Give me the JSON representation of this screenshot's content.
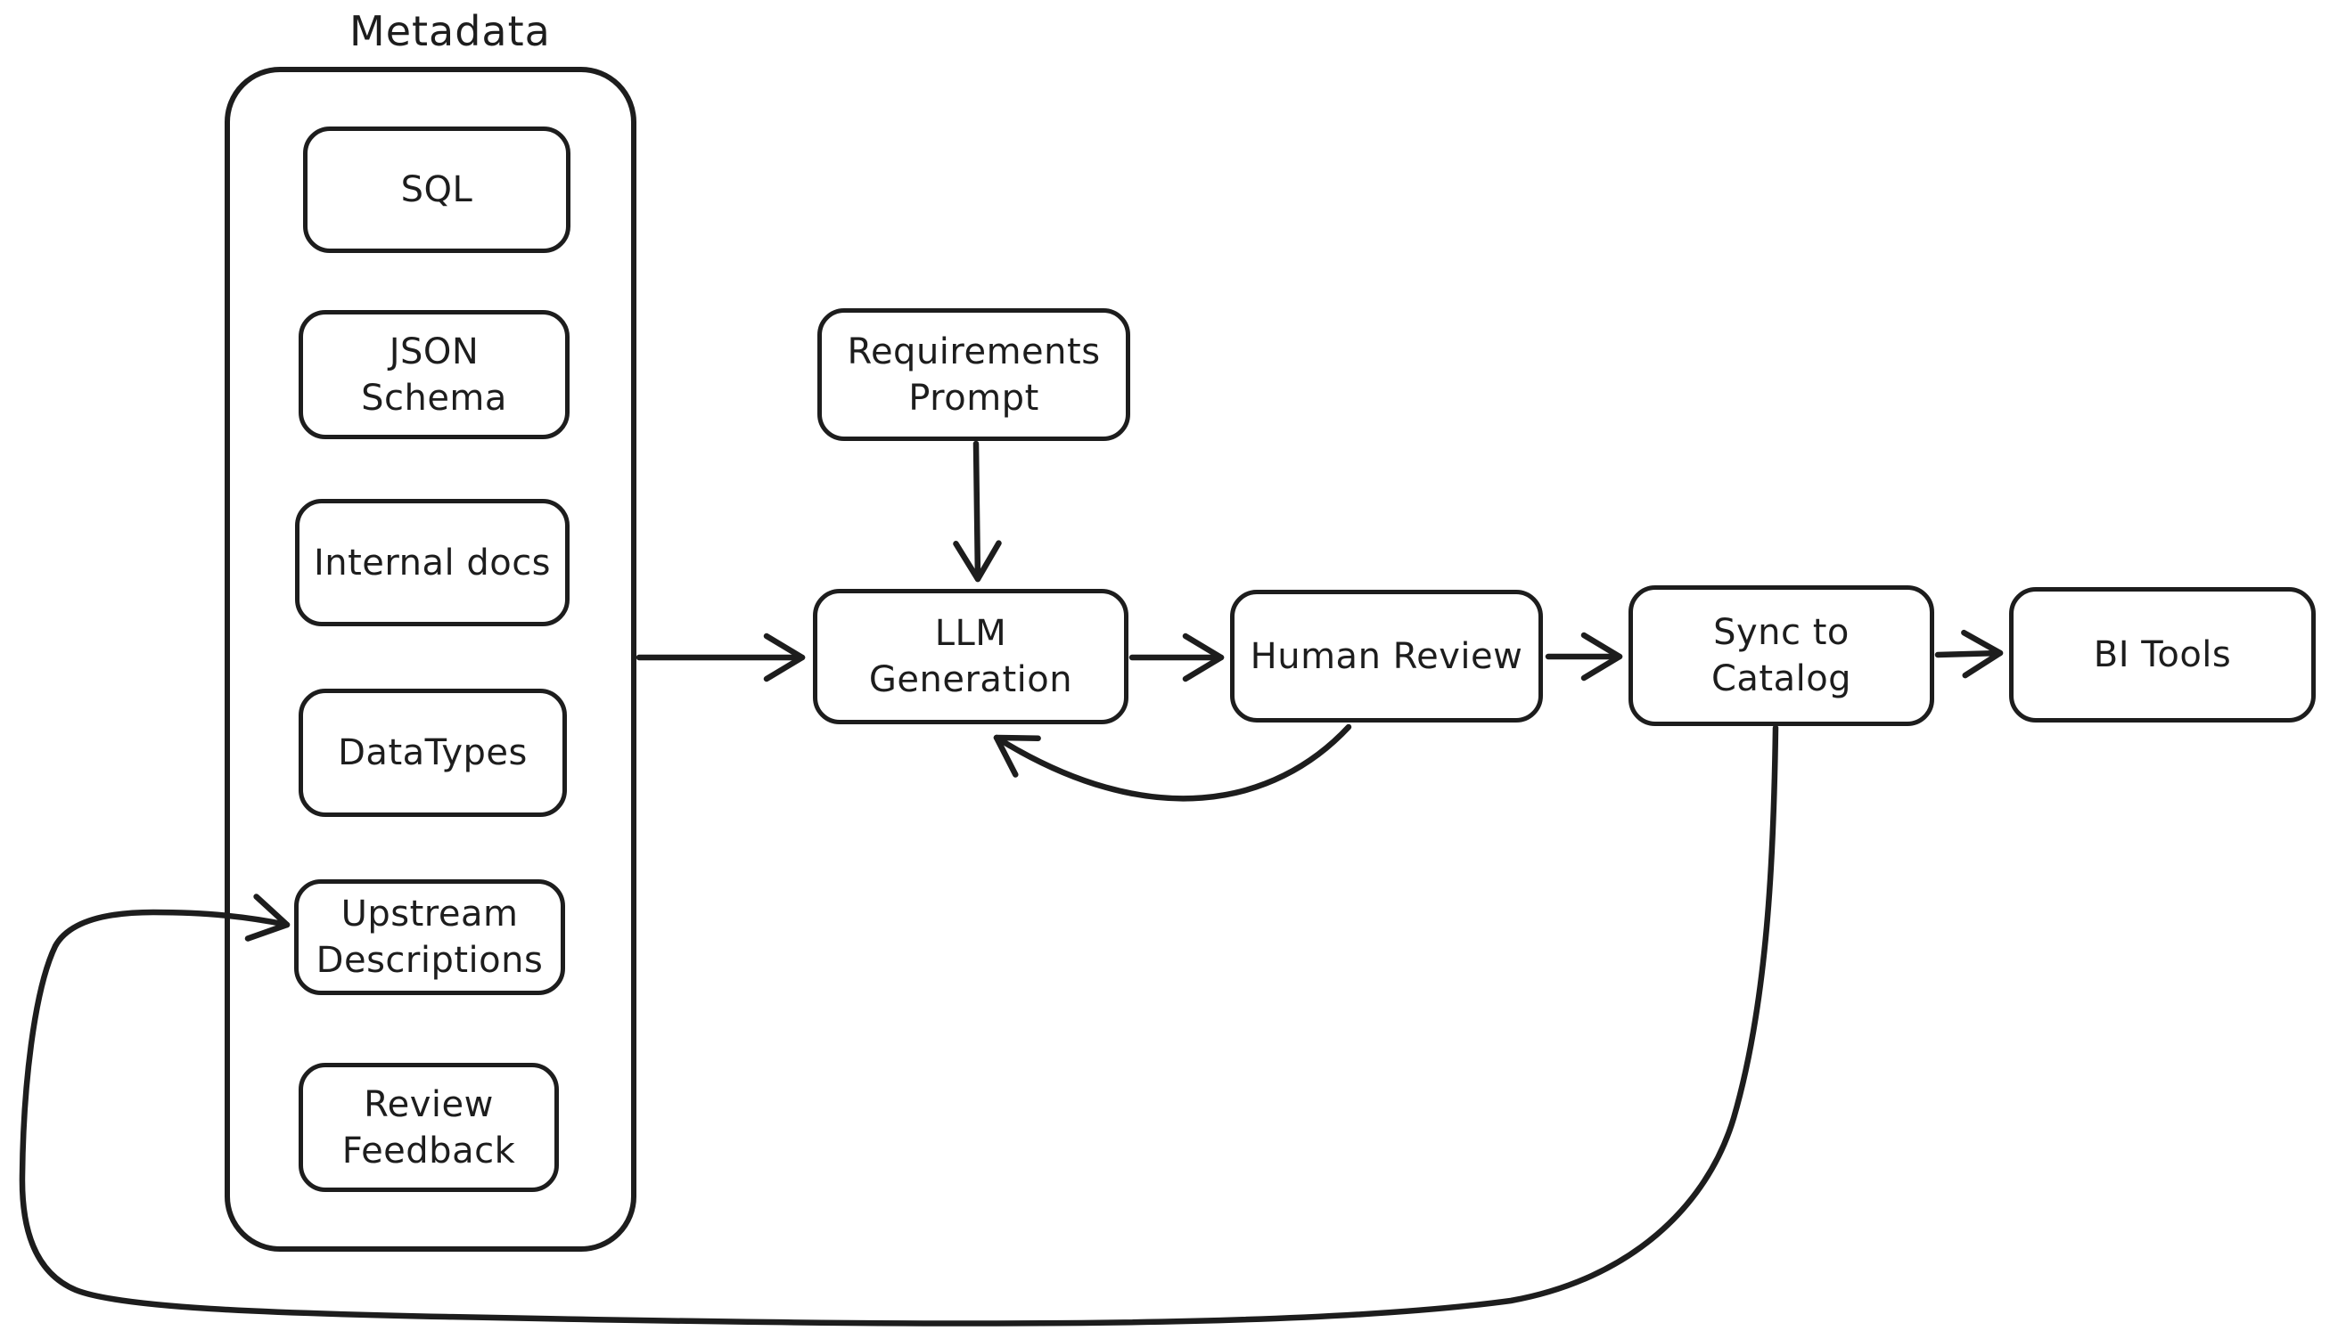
{
  "diagram": {
    "background": "#ffffff",
    "stroke_color": "#1d1d1d",
    "group_label": "Metadata",
    "metadata_items": [
      "SQL",
      "JSON Schema",
      "Internal docs",
      "DataTypes",
      "Upstream Descriptions",
      "Review Feedback"
    ],
    "nodes": {
      "requirements_prompt": "Requirements Prompt",
      "llm_generation": "LLM Generation",
      "human_review": "Human Review",
      "sync_to_catalog": "Sync to Catalog",
      "bi_tools": "BI Tools"
    },
    "edges": [
      {
        "from": "Metadata",
        "to": "LLM Generation"
      },
      {
        "from": "Requirements Prompt",
        "to": "LLM Generation"
      },
      {
        "from": "LLM Generation",
        "to": "Human Review"
      },
      {
        "from": "Human Review",
        "to": "Sync to Catalog"
      },
      {
        "from": "Sync to Catalog",
        "to": "BI Tools"
      },
      {
        "from": "Human Review",
        "to": "LLM Generation"
      },
      {
        "from": "Sync to Catalog",
        "to": "Upstream Descriptions"
      }
    ]
  }
}
